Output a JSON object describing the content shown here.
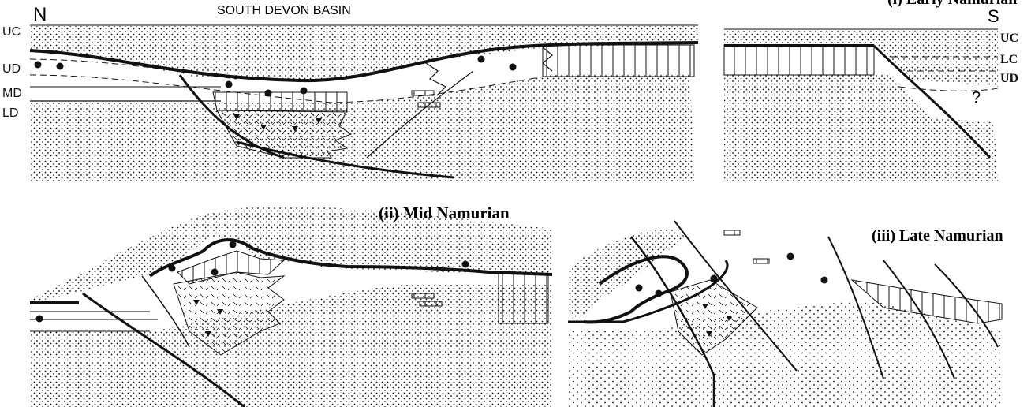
{
  "labels": {
    "north": "N",
    "south": "S",
    "basin": "SOUTH DEVON BASIN",
    "unknown_marker": "?"
  },
  "unit_codes": {
    "left": [
      "UC",
      "UD",
      "MD",
      "LD"
    ],
    "right": [
      "UC",
      "LC",
      "UD"
    ]
  },
  "panels": {
    "early": "(i) Early Namurian",
    "mid": "(ii) Mid Namurian",
    "late": "(iii) Late Namurian"
  },
  "colors": {
    "ink": "#111111",
    "paper": "#ffffff"
  }
}
